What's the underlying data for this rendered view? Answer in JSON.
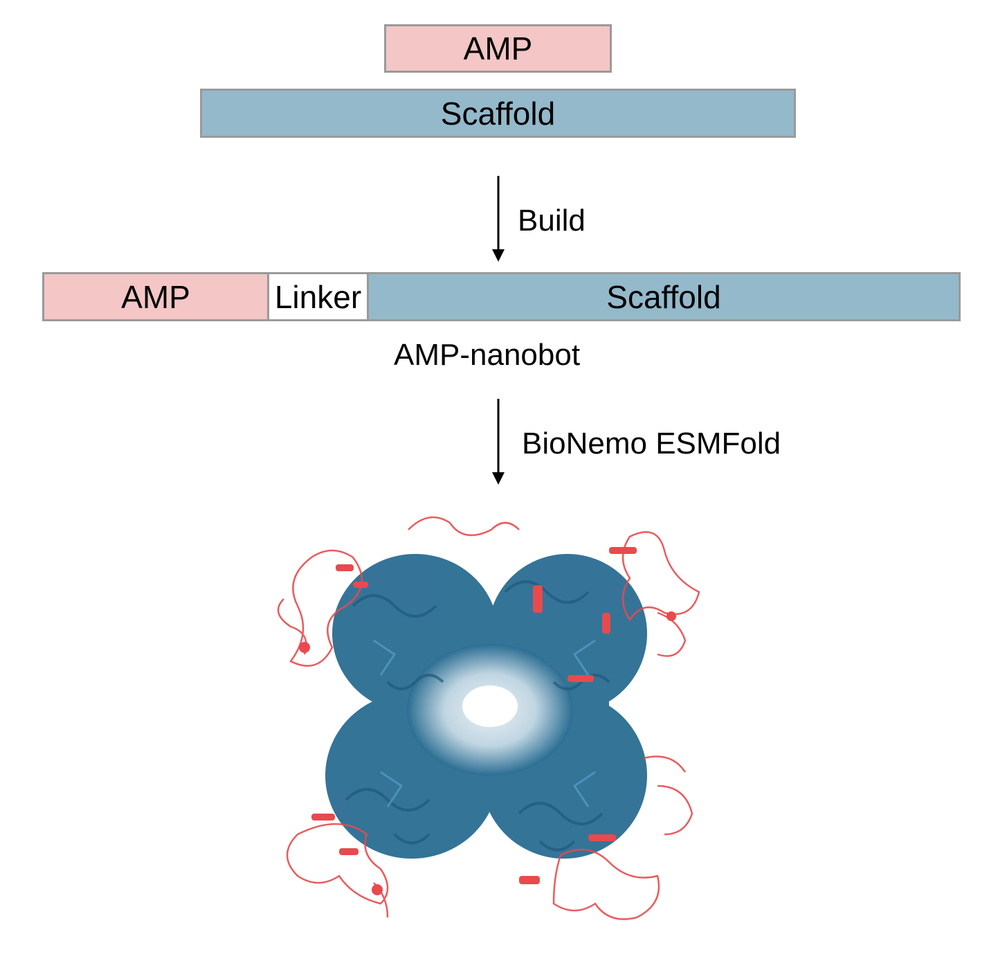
{
  "colors": {
    "amp": "#f4c6c6",
    "scaffold": "#94b9ca",
    "linker": "#ffffff",
    "protein_blue": "#2a6d92",
    "protein_light": "#9cc0d4",
    "protein_red": "#e84a4d"
  },
  "inputs": {
    "amp_label": "AMP",
    "scaffold_label": "Scaffold"
  },
  "step1": {
    "label": "Build"
  },
  "construct": {
    "amp_label": "AMP",
    "linker_label": "Linker",
    "scaffold_label": "Scaffold",
    "caption": "AMP-nanobot"
  },
  "step2": {
    "label": "BioNemo ESMFold"
  }
}
